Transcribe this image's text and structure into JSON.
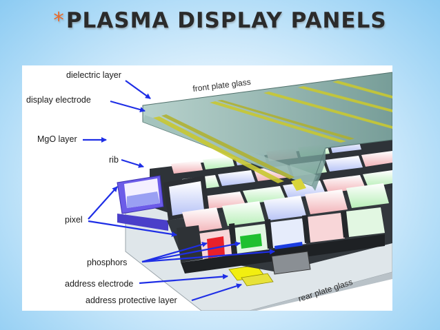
{
  "slide": {
    "title_marker": "*",
    "title": "PLASMA DISPLAY PANELS"
  },
  "diagram": {
    "labels": {
      "dielectric_layer": "dielectric layer",
      "display_electrode": "display electrode",
      "mgo_layer": "MgO layer",
      "rib": "rib",
      "pixel": "pixel",
      "phosphors": "phosphors",
      "address_electrode": "address electrode",
      "address_protective_layer": "address protective layer",
      "front_plate_glass": "front plate glass",
      "rear_plate_glass": "rear plate glass"
    },
    "colors": {
      "arrow": "#1e2ee6",
      "electrode": "#c8c832",
      "phosphor_red": "#e8202a",
      "phosphor_green": "#20c030",
      "phosphor_blue": "#1a3ce0",
      "address_electrode": "#f2ee10",
      "rib": "#3a3a3a",
      "glass": "#7fa8a0"
    }
  }
}
